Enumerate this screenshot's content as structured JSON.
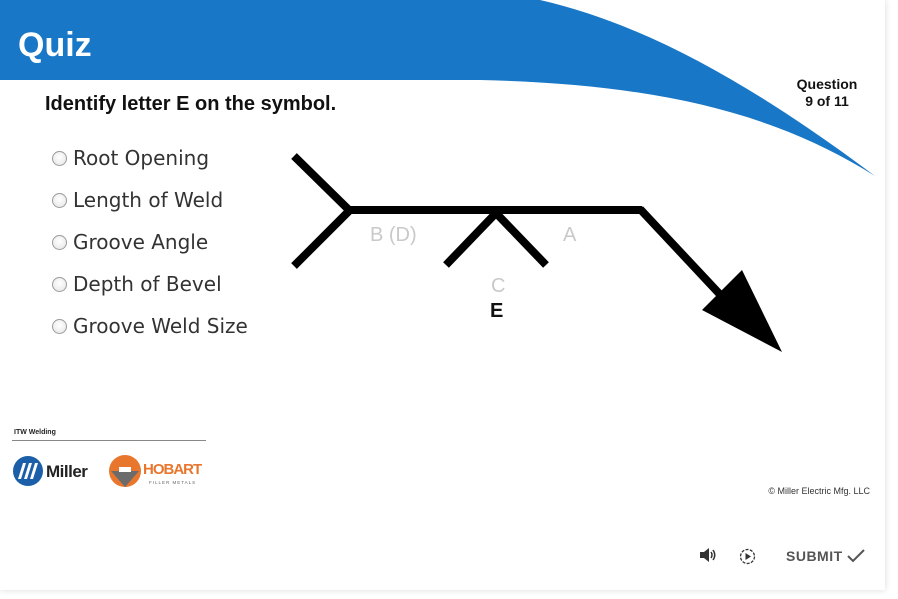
{
  "header": {
    "title": "Quiz",
    "accent_color": "#1877c6",
    "counter_line1": "Question",
    "counter_line2": "9 of 11"
  },
  "question": {
    "text": "Identify letter E on the symbol."
  },
  "options": [
    {
      "label": "Root Opening",
      "selected": false
    },
    {
      "label": "Length of Weld",
      "selected": false
    },
    {
      "label": "Groove Angle",
      "selected": false
    },
    {
      "label": "Depth of Bevel",
      "selected": false
    },
    {
      "label": "Groove Weld Size",
      "selected": false
    }
  ],
  "symbol": {
    "label_bd": "B (D)",
    "label_a": "A",
    "label_c": "C",
    "label_e": "E"
  },
  "logos": {
    "group": "ITW Welding",
    "miller": "Miller",
    "hobart": "HOBART",
    "hobart_sub": "FILLER METALS"
  },
  "footer": {
    "copyright": "© Miller Electric Mfg. LLC",
    "submit_label": "SUBMIT",
    "audio_icon": "speaker-icon",
    "replay_icon": "replay-icon"
  }
}
